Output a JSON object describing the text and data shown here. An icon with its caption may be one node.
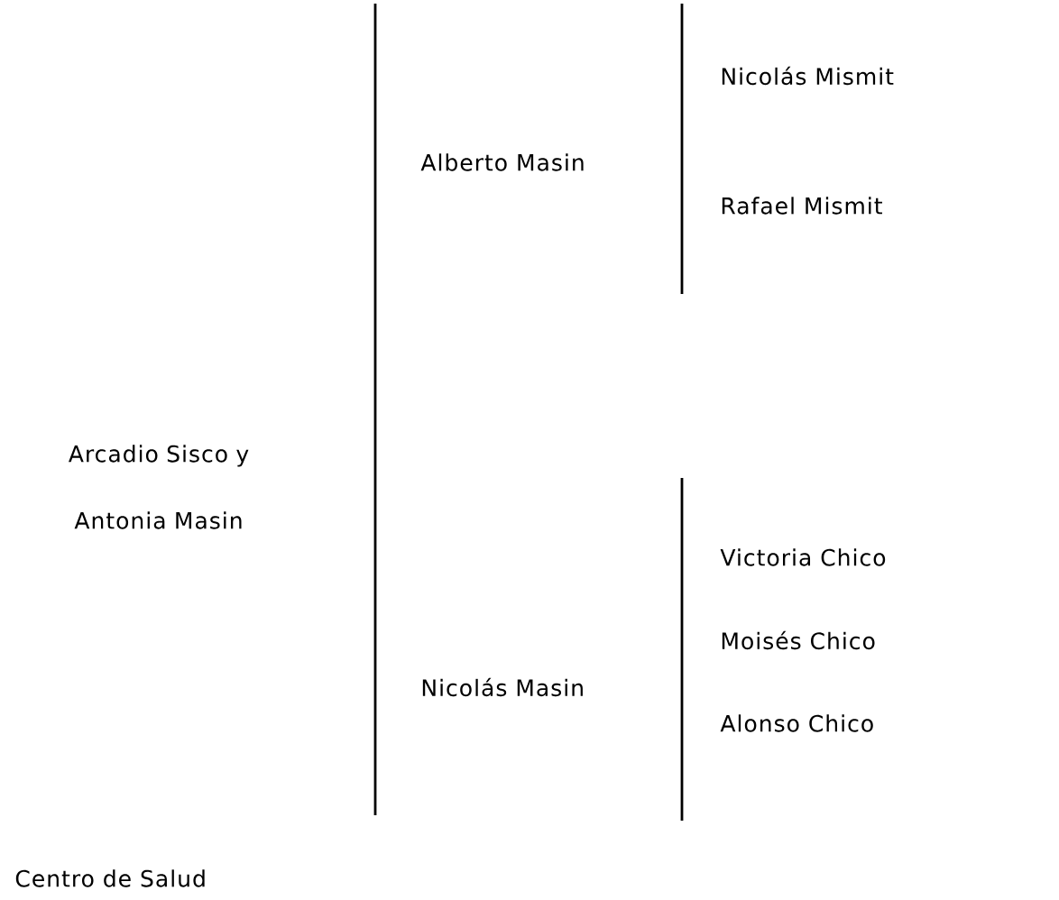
{
  "diagram": {
    "nodes": [
      {
        "text": [
          "Arcadio Sisco y Antonia Masin"
        ]
      },
      {
        "text": [
          "Alberto Masin"
        ]
      },
      {
        "text": [
          "Nicolás Masin"
        ]
      },
      {
        "text": [
          "Nicolás Mismit"
        ]
      },
      {
        "text": [
          "Rafael Mismit"
        ]
      },
      {
        "text": [
          "Victoria Chico"
        ]
      },
      {
        "text": [
          "Moisés Chico"
        ]
      },
      {
        "text": [
          "Alonso Chico"
        ]
      }
    ],
    "labels": [
      "Centro de Salud"
    ]
  }
}
